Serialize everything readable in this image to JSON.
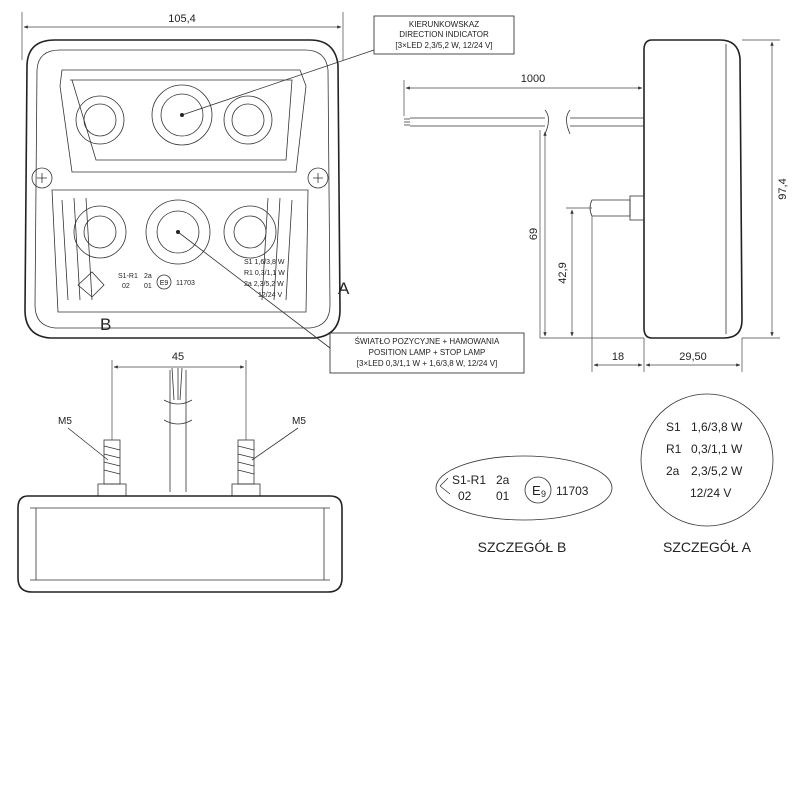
{
  "front_view": {
    "width_dim": "105,4",
    "letter_a": "A",
    "letter_b": "B",
    "label_b": {
      "s1r1": "S1-R1",
      "code_2a": "2a",
      "n02": "02",
      "n01": "01",
      "e9": "E9",
      "approval": "11703"
    },
    "label_a_lines": [
      "S1 1,6/3,8 W",
      "R1 0,3/1,1 W",
      "2a 2,3/5,2 W",
      "12/24 V"
    ]
  },
  "callout_top": {
    "line1": "KIERUNKOWSKAZ",
    "line2": "DIRECTION INDICATOR",
    "line3": "[3×LED 2,3/5,2 W, 12/24 V]"
  },
  "callout_bottom": {
    "line1": "ŚWIATŁO POZYCYJNE + HAMOWANIA",
    "line2": "POSITION LAMP + STOP LAMP",
    "line3": "[3×LED 0,3/1,1 W + 1,6/3,8 W, 12/24 V]"
  },
  "side_view": {
    "cable_length": "1000",
    "height": "97,4",
    "stud_height": "69",
    "stud_offset": "42,9",
    "stud_length": "18",
    "depth": "29,50"
  },
  "bottom_view": {
    "stud_spacing": "45",
    "stud_left": "M5",
    "stud_right": "M5"
  },
  "detail_b": {
    "s1r1": "S1-R1",
    "code_2a": "2a",
    "n02": "02",
    "n01": "01",
    "e": "E",
    "e_sub": "9",
    "approval": "11703",
    "caption": "SZCZEGÓŁ B"
  },
  "detail_a": {
    "row1_code": "S1",
    "row1_val": "1,6/3,8 W",
    "row2_code": "R1",
    "row2_val": "0,3/1,1 W",
    "row3_code": "2a",
    "row3_val": "2,3/5,2 W",
    "voltage": "12/24 V",
    "caption": "SZCZEGÓŁ A"
  }
}
